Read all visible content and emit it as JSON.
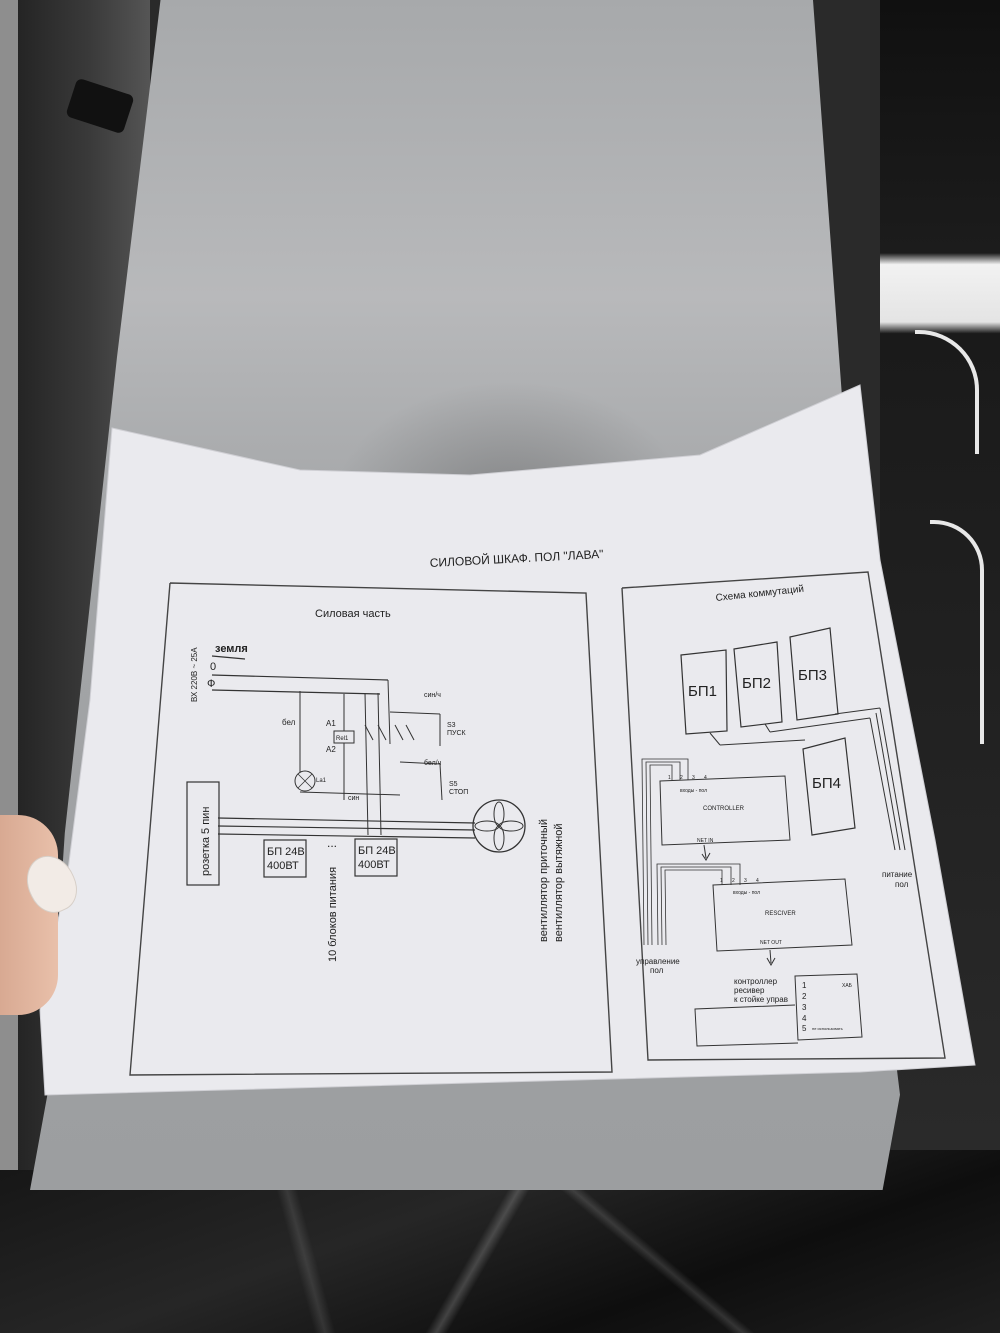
{
  "title": "СИЛОВОЙ ШКАФ. ПОЛ \"ЛАВА\"",
  "power_section": {
    "title": "Силовая часть",
    "input_label": "ВХ 220В ~ 25А",
    "ground_label": "земля",
    "neutral_label": "0",
    "phase_label": "Ф",
    "relay_label": "Rel1",
    "a1": "A1",
    "a2": "A2",
    "wire_bel": "бел",
    "wire_sin": "син",
    "wire_sinch": "син/ч",
    "wire_belch": "бел/ч",
    "s3": "S3",
    "s3_sub": "ПУСК",
    "s5": "S5",
    "s5_sub": "СТОП",
    "lamp": "La1",
    "socket": "розетка 5 пин",
    "psu1_line1": "БП 24В",
    "psu1_line2": "400ВТ",
    "psu2_line1": "БП 24В",
    "psu2_line2": "400ВТ",
    "dots": "...",
    "psu_count": "10 блоков питания",
    "fan_line1": "вентиллятор приточный",
    "fan_line2": "вентиллятор вытяжной"
  },
  "switching_section": {
    "title": "Схема коммутаций",
    "psus": [
      "БП1",
      "БП2",
      "БП3",
      "БП4"
    ],
    "controller_inputs": "входы - пол",
    "controller": "CONTROLLER",
    "controller_ports": [
      "1",
      "2",
      "3",
      "4"
    ],
    "net_in": "NET IN",
    "receiver_inputs": "входы - пол",
    "receiver": "RESCIVER",
    "receiver_ports": [
      "1",
      "2",
      "3",
      "4"
    ],
    "net_out": "NET OUT",
    "floor_control_1": "управление",
    "floor_control_2": "пол",
    "floor_power_1": "питание",
    "floor_power_2": "пол",
    "link_1": "контроллер",
    "link_2": "ресивер",
    "link_3": "к стойке управ",
    "hub": "ХАБ",
    "hub_ports": [
      "1",
      "2",
      "3",
      "4",
      "5"
    ],
    "hub_note": "не использовать"
  }
}
